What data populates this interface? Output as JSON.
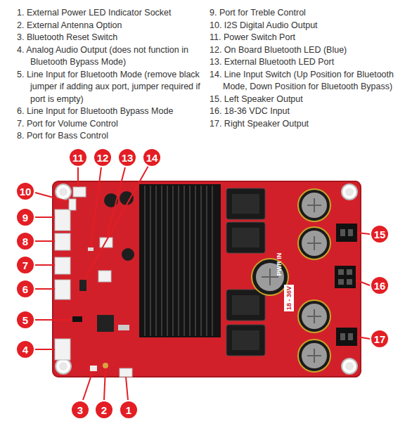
{
  "diagram": {
    "nodes": [
      {
        "text": [
          "11"
        ]
      },
      {
        "text": [
          "12"
        ]
      },
      {
        "text": [
          "13"
        ]
      },
      {
        "text": [
          "14"
        ]
      },
      {
        "text": [
          "10"
        ]
      },
      {
        "text": [
          "9"
        ]
      },
      {
        "text": [
          "8"
        ]
      },
      {
        "text": [
          "7"
        ]
      },
      {
        "text": [
          "6"
        ]
      },
      {
        "text": [
          "15"
        ]
      },
      {
        "text": [
          "16"
        ]
      },
      {
        "text": [
          "5"
        ]
      },
      {
        "text": [
          "4"
        ]
      },
      {
        "text": [
          "17"
        ]
      },
      {
        "text": [
          "3"
        ]
      },
      {
        "text": [
          "2"
        ]
      },
      {
        "text": [
          "1"
        ]
      }
    ],
    "labels": [
      "1. External Power LED Indicator Socket",
      "2. External Antenna Option",
      "3. Bluetooth Reset Switch",
      "4. Analog Audio Output (does not function in Bluetooth Bypass Mode)",
      "5. Line Input for Bluetooth Mode (remove black jumper if adding aux port, jumper required if port is empty)",
      "6. Line Input for Bluetooth Bypass Mode",
      "7. Port for Volume Control",
      "8. Port for Bass Control",
      "9. Port for Treble Control",
      "10. I2S Digital Audio Output",
      "11. Power Switch Port",
      "12. On Board Bluetooth LED (Blue)",
      "13. External Bluetooth LED Port",
      "14. Line Input Switch (Up Position for Bluetooth Mode, Down Position for Bluetooth Bypass)",
      "15. Left Speaker Output",
      "16. 18-36 VDC Input",
      "17. Right Speaker Output",
      "PWR IN",
      "18 - 36V"
    ]
  }
}
